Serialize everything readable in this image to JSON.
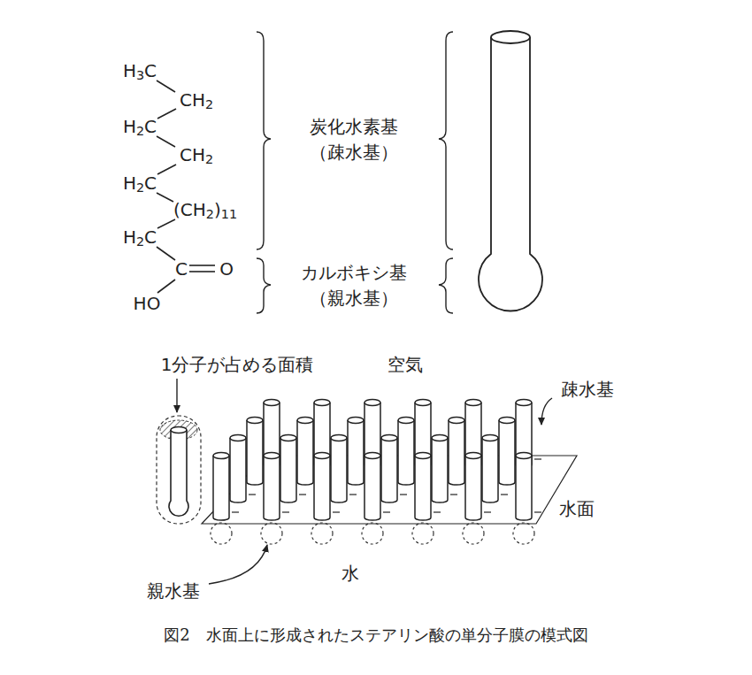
{
  "diagram": {
    "caption": "図2　水面上に形成されたステアリン酸の単分子膜の模式図",
    "labels": [
      "H3C",
      "CH2",
      "H2C",
      "CH2",
      "H2C",
      "(CH2)11",
      "H2C",
      "C",
      "O",
      "HO",
      "炭化水素基 （疎水基）",
      "カルボキシ基 （親水基）",
      "1分子が占める面積",
      "空気",
      "疎水基",
      "水面",
      "親水基",
      "水"
    ]
  }
}
